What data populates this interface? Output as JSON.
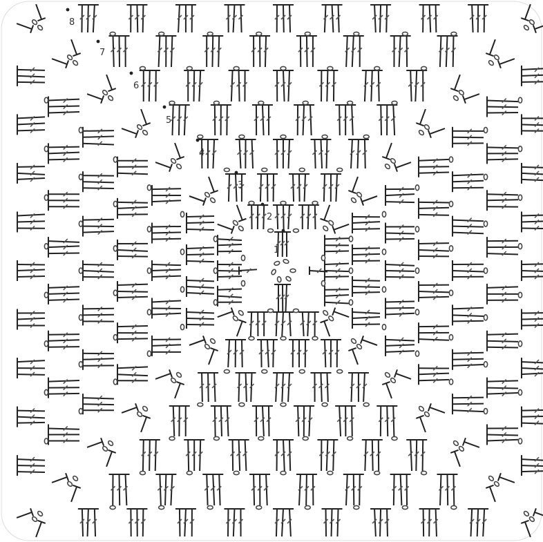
{
  "diagram": {
    "kind": "crochet-granny-square-chart",
    "rounds": [
      {
        "label": "1"
      },
      {
        "label": "2"
      },
      {
        "label": "3"
      },
      {
        "label": "4"
      },
      {
        "label": "5"
      },
      {
        "label": "6"
      },
      {
        "label": "7"
      },
      {
        "label": "8"
      }
    ],
    "symbols": {
      "stitch": "double-crochet",
      "chain": "chain-oval",
      "join": "slip-stitch-dot"
    },
    "colors": {
      "background": "#ffffff",
      "stitch": "#222222",
      "stitch_shade": "#555555",
      "chain": "#444444",
      "label": "#333333",
      "border": "#cccccc"
    }
  }
}
